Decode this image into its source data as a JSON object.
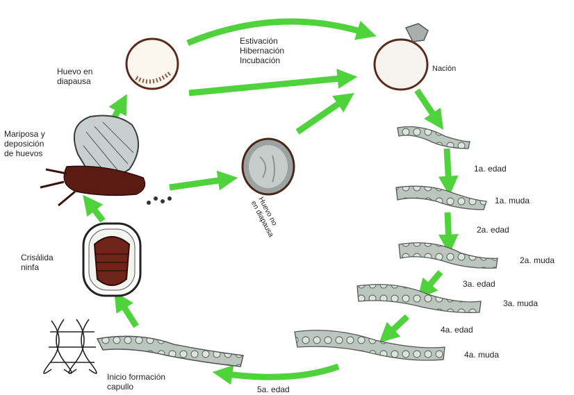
{
  "labels": {
    "huevo_diapausa": [
      "Huevo en",
      "diapausa"
    ],
    "estivacion": [
      "Estivación",
      "Hibernación",
      "Incubación"
    ],
    "nacion": "Nación",
    "mariposa": [
      "Mariposa y",
      "deposición",
      "de huevos"
    ],
    "huevo_no_diapausa": [
      "Huevo no",
      "en diapausa"
    ],
    "crisalida": [
      "Crisálida",
      "ninfa"
    ],
    "inicio": [
      "Inicio formación",
      "capullo"
    ],
    "edad_1": "1a. edad",
    "muda_1": "1a. muda",
    "edad_2": "2a. edad",
    "muda_2": "2a. muda",
    "edad_3": "3a. edad",
    "muda_3": "3a. muda",
    "edad_4": "4a. edad",
    "muda_4": "4a. muda",
    "edad_5": "5a. edad"
  },
  "colors": {
    "arrow": "#4fd23c",
    "ink": "#222222",
    "larva": "#b9c4bf",
    "pupa": "#6e2418",
    "moth_wing": "#c8d0cf",
    "moth_body": "#5a1c12"
  }
}
